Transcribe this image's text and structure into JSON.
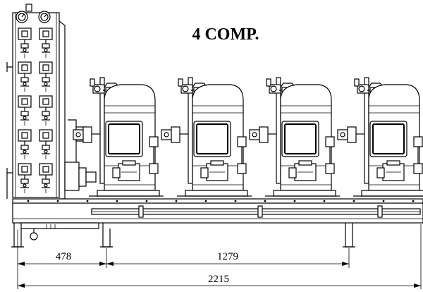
{
  "title": "4 COMP.",
  "dimensions": {
    "left_span": "478",
    "middle_span": "1279",
    "overall": "2215"
  },
  "compressor_count": 4,
  "panel_rows": 5
}
